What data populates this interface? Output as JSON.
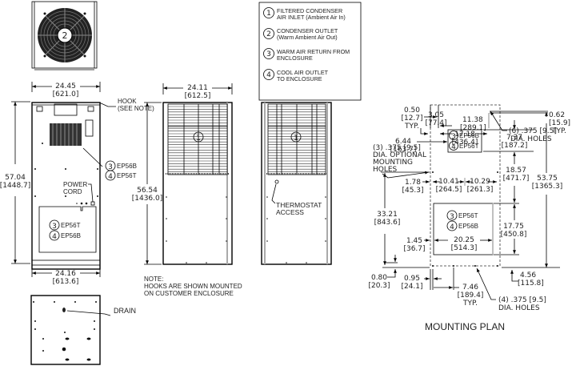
{
  "legend": {
    "items": [
      {
        "num": "1",
        "line1": "FILTERED CONDENSER",
        "line2": "AIR INLET (Ambient Air In)"
      },
      {
        "num": "2",
        "line1": "CONDENSER OUTLET",
        "line2": "(Warm Ambient Air Out)"
      },
      {
        "num": "3",
        "line1": "WARM AIR RETURN FROM",
        "line2": "ENCLOSURE"
      },
      {
        "num": "4",
        "line1": "COOL AIR OUTLET",
        "line2": "TO ENCLOSURE"
      }
    ]
  },
  "top_view": {
    "fan_label": "2"
  },
  "front_view": {
    "width_top": "24.45",
    "width_top_mm": "[621.0]",
    "height": "57.04",
    "height_mm": "[1448.7]",
    "width_bottom": "24.16",
    "width_bottom_mm": "[613.6]",
    "hook_label_1": "HOOK",
    "hook_label_2": "(SEE NOTE)",
    "grille_num_a": "3",
    "grille_label_a": "EP56B",
    "grille_num_b": "4",
    "grille_label_b": "EP56T",
    "power_cord_1": "POWER",
    "power_cord_2": "CORD",
    "panel_num_a": "3",
    "panel_label_a": "EP56T",
    "panel_num_b": "4",
    "panel_label_b": "EP56B"
  },
  "side_view": {
    "width": "24.11",
    "width_mm": "[612.5]",
    "height": "56.54",
    "height_mm": "[1436.0]",
    "inlet_num": "1"
  },
  "rear_view": {
    "inlet_num": "1",
    "thermostat_1": "THERMOSTAT",
    "thermostat_2": "ACCESS"
  },
  "note": {
    "line1": "NOTE:",
    "line2": "HOOKS ARE SHOWN MOUNTED",
    "line3": "ON CUSTOMER ENCLOSURE"
  },
  "bottom_view": {
    "drain_label": "DRAIN"
  },
  "mounting_plan": {
    "title": "MOUNTING PLAN",
    "d_3_05": "3.05",
    "d_3_05_mm": "[77.4]",
    "d_17_18": "17.18",
    "d_17_18_mm": "[436.4]",
    "holes6_1": "(6) .375 [9.5]",
    "holes6_2": "DIA. HOLES",
    "d_0_62": "0.62",
    "d_0_62_mm": "[15.9]",
    "d_0_62_typ": "TYP.",
    "d_0_50": "0.50",
    "d_0_50_mm": "[12.7]",
    "d_0_50_typ": "TYP.",
    "d_11_38": "11.38",
    "d_11_38_mm": "[289.1]",
    "opt_holes_1": "(3) .375 [9.5]",
    "opt_holes_2": "DIA. OPTIONAL",
    "opt_holes_3": "MOUNTING",
    "opt_holes_4": "HOLES",
    "d_6_44": "6.44",
    "d_6_44_mm": "[163.7]",
    "upper_num_a": "3",
    "upper_label_a": "EP56B",
    "upper_num_b": "4",
    "upper_label_b": "EP56T",
    "d_7_37": "7.37",
    "d_7_37_mm": "[187.2]",
    "d_53_75": "53.75",
    "d_53_75_mm": "[1365.3]",
    "d_1_78": "1.78",
    "d_1_78_mm": "[45.3]",
    "d_10_41": "10.41",
    "d_10_41_mm": "[264.5]",
    "d_10_29": "10.29",
    "d_10_29_mm": "[261.3]",
    "d_18_57": "18.57",
    "d_18_57_mm": "[471.7]",
    "d_33_21": "33.21",
    "d_33_21_mm": "[843.6]",
    "lower_num_a": "3",
    "lower_label_a": "EP56T",
    "lower_num_b": "4",
    "lower_label_b": "EP56B",
    "d_17_75": "17.75",
    "d_17_75_mm": "[450.8]",
    "d_1_45": "1.45",
    "d_1_45_mm": "[36.7]",
    "d_20_25": "20.25",
    "d_20_25_mm": "[514.3]",
    "d_4_56": "4.56",
    "d_4_56_mm": "[115.8]",
    "d_0_80": "0.80",
    "d_0_80_mm": "[20.3]",
    "d_0_95": "0.95",
    "d_0_95_mm": "[24.1]",
    "d_7_46": "7.46",
    "d_7_46_mm": "[189.4]",
    "d_7_46_typ": "TYP.",
    "holes4_1": "(4) .375 [9.5]",
    "holes4_2": "DIA. HOLES"
  }
}
